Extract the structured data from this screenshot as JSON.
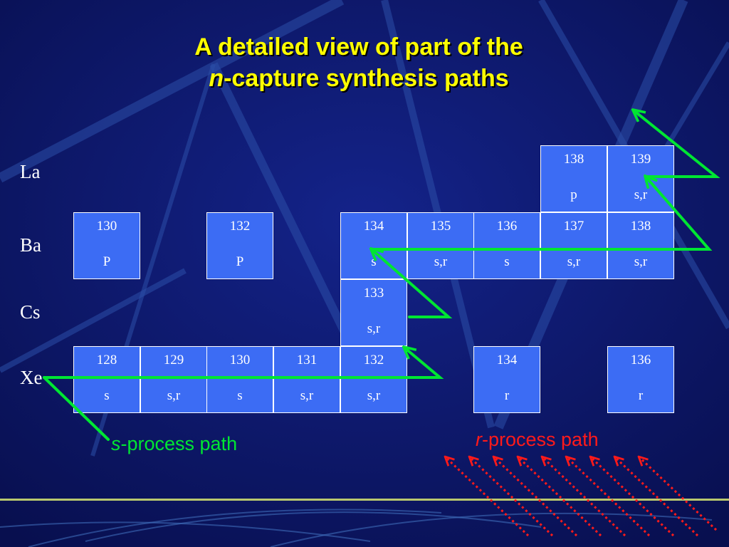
{
  "slide": {
    "title_line1": "A detailed view of part of the",
    "title_n": "n",
    "title_line2_rest": "-capture synthesis paths"
  },
  "rows": [
    {
      "label": "La",
      "cells": [
        {
          "mass": "138",
          "process": "p",
          "col": 7
        },
        {
          "mass": "139",
          "process": "s,r",
          "col": 8
        }
      ]
    },
    {
      "label": "Ba",
      "cells": [
        {
          "mass": "130",
          "process": "P",
          "col": 0
        },
        {
          "mass": "132",
          "process": "P",
          "col": 2
        },
        {
          "mass": "134",
          "process": "s",
          "col": 4
        },
        {
          "mass": "135",
          "process": "s,r",
          "col": 5
        },
        {
          "mass": "136",
          "process": "s",
          "col": 6
        },
        {
          "mass": "137",
          "process": "s,r",
          "col": 7
        },
        {
          "mass": "138",
          "process": "s,r",
          "col": 8
        }
      ]
    },
    {
      "label": "Cs",
      "cells": [
        {
          "mass": "133",
          "process": "s,r",
          "col": 4
        }
      ]
    },
    {
      "label": "Xe",
      "cells": [
        {
          "mass": "128",
          "process": "s",
          "col": 0
        },
        {
          "mass": "129",
          "process": "s,r",
          "col": 1
        },
        {
          "mass": "130",
          "process": "s",
          "col": 2
        },
        {
          "mass": "131",
          "process": "s,r",
          "col": 3
        },
        {
          "mass": "132",
          "process": "s,r",
          "col": 4
        },
        {
          "mass": "134",
          "process": "r",
          "col": 6
        },
        {
          "mass": "136",
          "process": "r",
          "col": 8
        }
      ]
    }
  ],
  "legend": {
    "s_italic": "s",
    "s_rest": "-process path",
    "r_italic": "r",
    "r_rest": "-process path"
  },
  "colors": {
    "background": "#0d1a6e",
    "cell_fill": "#3c6cf4",
    "title": "#ffff00",
    "s_path": "#00e632",
    "r_path": "#ff1a1a"
  }
}
